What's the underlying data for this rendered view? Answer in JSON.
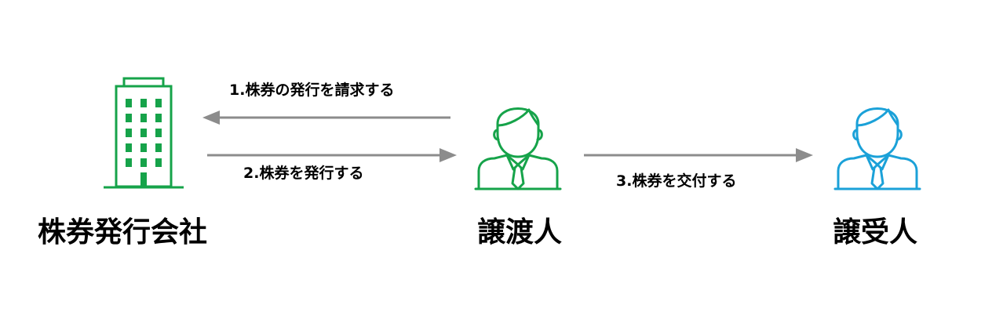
{
  "nodes": {
    "issuer": {
      "label": "株券発行会社",
      "icon": "building-icon",
      "color": "#16a34a"
    },
    "transferor": {
      "label": "譲渡人",
      "icon": "person-icon",
      "color": "#16a34a"
    },
    "transferee": {
      "label": "譲受人",
      "icon": "person-icon",
      "color": "#1ba1d8"
    }
  },
  "steps": [
    {
      "label": "1.株券の発行を請求する"
    },
    {
      "label": "2.株券を発行する"
    },
    {
      "label": "3.株券を交付する"
    }
  ],
  "arrow_color": "#8c8c8c"
}
